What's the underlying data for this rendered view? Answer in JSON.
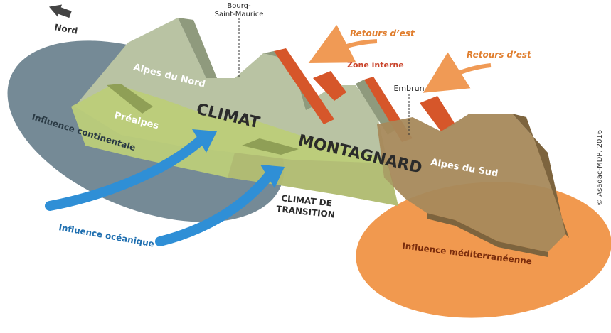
{
  "compass": {
    "label": "Nord"
  },
  "places": {
    "bourg_line1": "Bourg-",
    "bourg_line2": "Saint-Maurice",
    "embrun": "Embrun"
  },
  "zones": {
    "alpes_nord": "Alpes du Nord",
    "prealpes": "Préalpes",
    "alpes_sud": "Alpes du Sud",
    "zone_interne": "Zone interne"
  },
  "climate": {
    "word1": "CLIMAT",
    "word2": "MONTAGNARD",
    "transition_line1": "CLIMAT DE",
    "transition_line2": "TRANSITION"
  },
  "influences": {
    "continentale": "Influence continentale",
    "oceanique": "Influence océanique",
    "mediterraneenne": "Influence méditerranéenne"
  },
  "retours": {
    "label_1": "Retours d’est",
    "label_2": "Retours d’est"
  },
  "credit": "© Asadac-MDP, 2016",
  "colors": {
    "continental_ellipse": "#5d7584",
    "mediterranean_ellipse": "#ef8e3c",
    "ocean_arrow": "#2f8fd6",
    "retour_arrow": "#f09a55",
    "north_block": "#b9c3a3",
    "north_side": "#8f9a7d",
    "north_top": "#d3d8c3",
    "prealpes_band": "#bccd79",
    "prealpes_dark": "#8f9f56",
    "south_block": "#a6895b",
    "south_side": "#7d643e",
    "zone_interne": "#d6562a",
    "zone_interne_dark": "#a83e1c",
    "oceanique_text": "#1f6fb0",
    "mediterraneen_text": "#7a2c0c",
    "retours_text": "#e07e2e",
    "zone_interne_text": "#c9432a"
  }
}
